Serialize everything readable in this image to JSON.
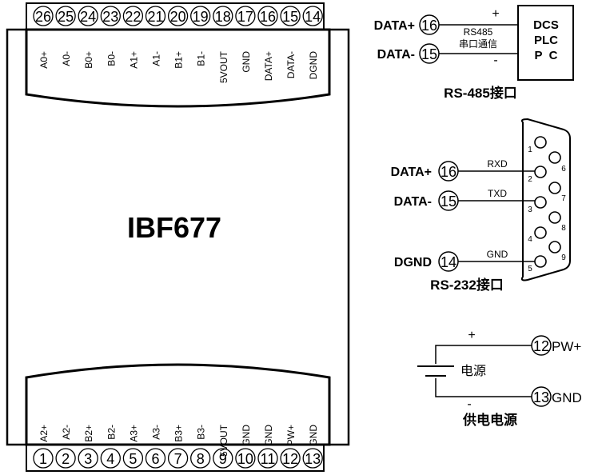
{
  "module": {
    "name": "IBF677",
    "top_terminals": [
      "26",
      "25",
      "24",
      "23",
      "22",
      "21",
      "20",
      "19",
      "18",
      "17",
      "16",
      "15",
      "14"
    ],
    "top_labels": [
      "A0+",
      "A0-",
      "B0+",
      "B0-",
      "A1+",
      "A1-",
      "B1+",
      "B1-",
      "5VOUT",
      "GND",
      "DATA+",
      "DATA-",
      "DGND"
    ],
    "bottom_terminals": [
      "1",
      "2",
      "3",
      "4",
      "5",
      "6",
      "7",
      "8",
      "9",
      "10",
      "11",
      "12",
      "13"
    ],
    "bottom_labels": [
      "A2+",
      "A2-",
      "B2+",
      "B2-",
      "A3+",
      "A3-",
      "B3+",
      "B3-",
      "5VOUT",
      "GND",
      "GND",
      "PW+",
      "GND"
    ]
  },
  "rs485": {
    "title": "RS-485接口",
    "pin_a_label": "DATA+",
    "pin_a": "16",
    "pin_b_label": "DATA-",
    "pin_b": "15",
    "plus": "+",
    "minus": "-",
    "line_note_1": "RS485",
    "line_note_2": "串口通信",
    "device_lines": [
      "DCS",
      "PLC",
      "P  C"
    ]
  },
  "rs232": {
    "title": "RS-232接口",
    "rows": [
      {
        "label": "DATA+",
        "pin": "16",
        "signal": "RXD"
      },
      {
        "label": "DATA-",
        "pin": "15",
        "signal": "TXD"
      },
      {
        "label": "DGND",
        "pin": "14",
        "signal": "GND"
      }
    ],
    "db9_pins": [
      "1",
      "2",
      "3",
      "4",
      "5",
      "6",
      "7",
      "8",
      "9"
    ]
  },
  "power": {
    "title": "供电电源",
    "source_label": "电源",
    "plus": "+",
    "minus": "-",
    "pin_pos": "12",
    "pin_pos_label": "PW+",
    "pin_neg": "13",
    "pin_neg_label": "GND"
  }
}
